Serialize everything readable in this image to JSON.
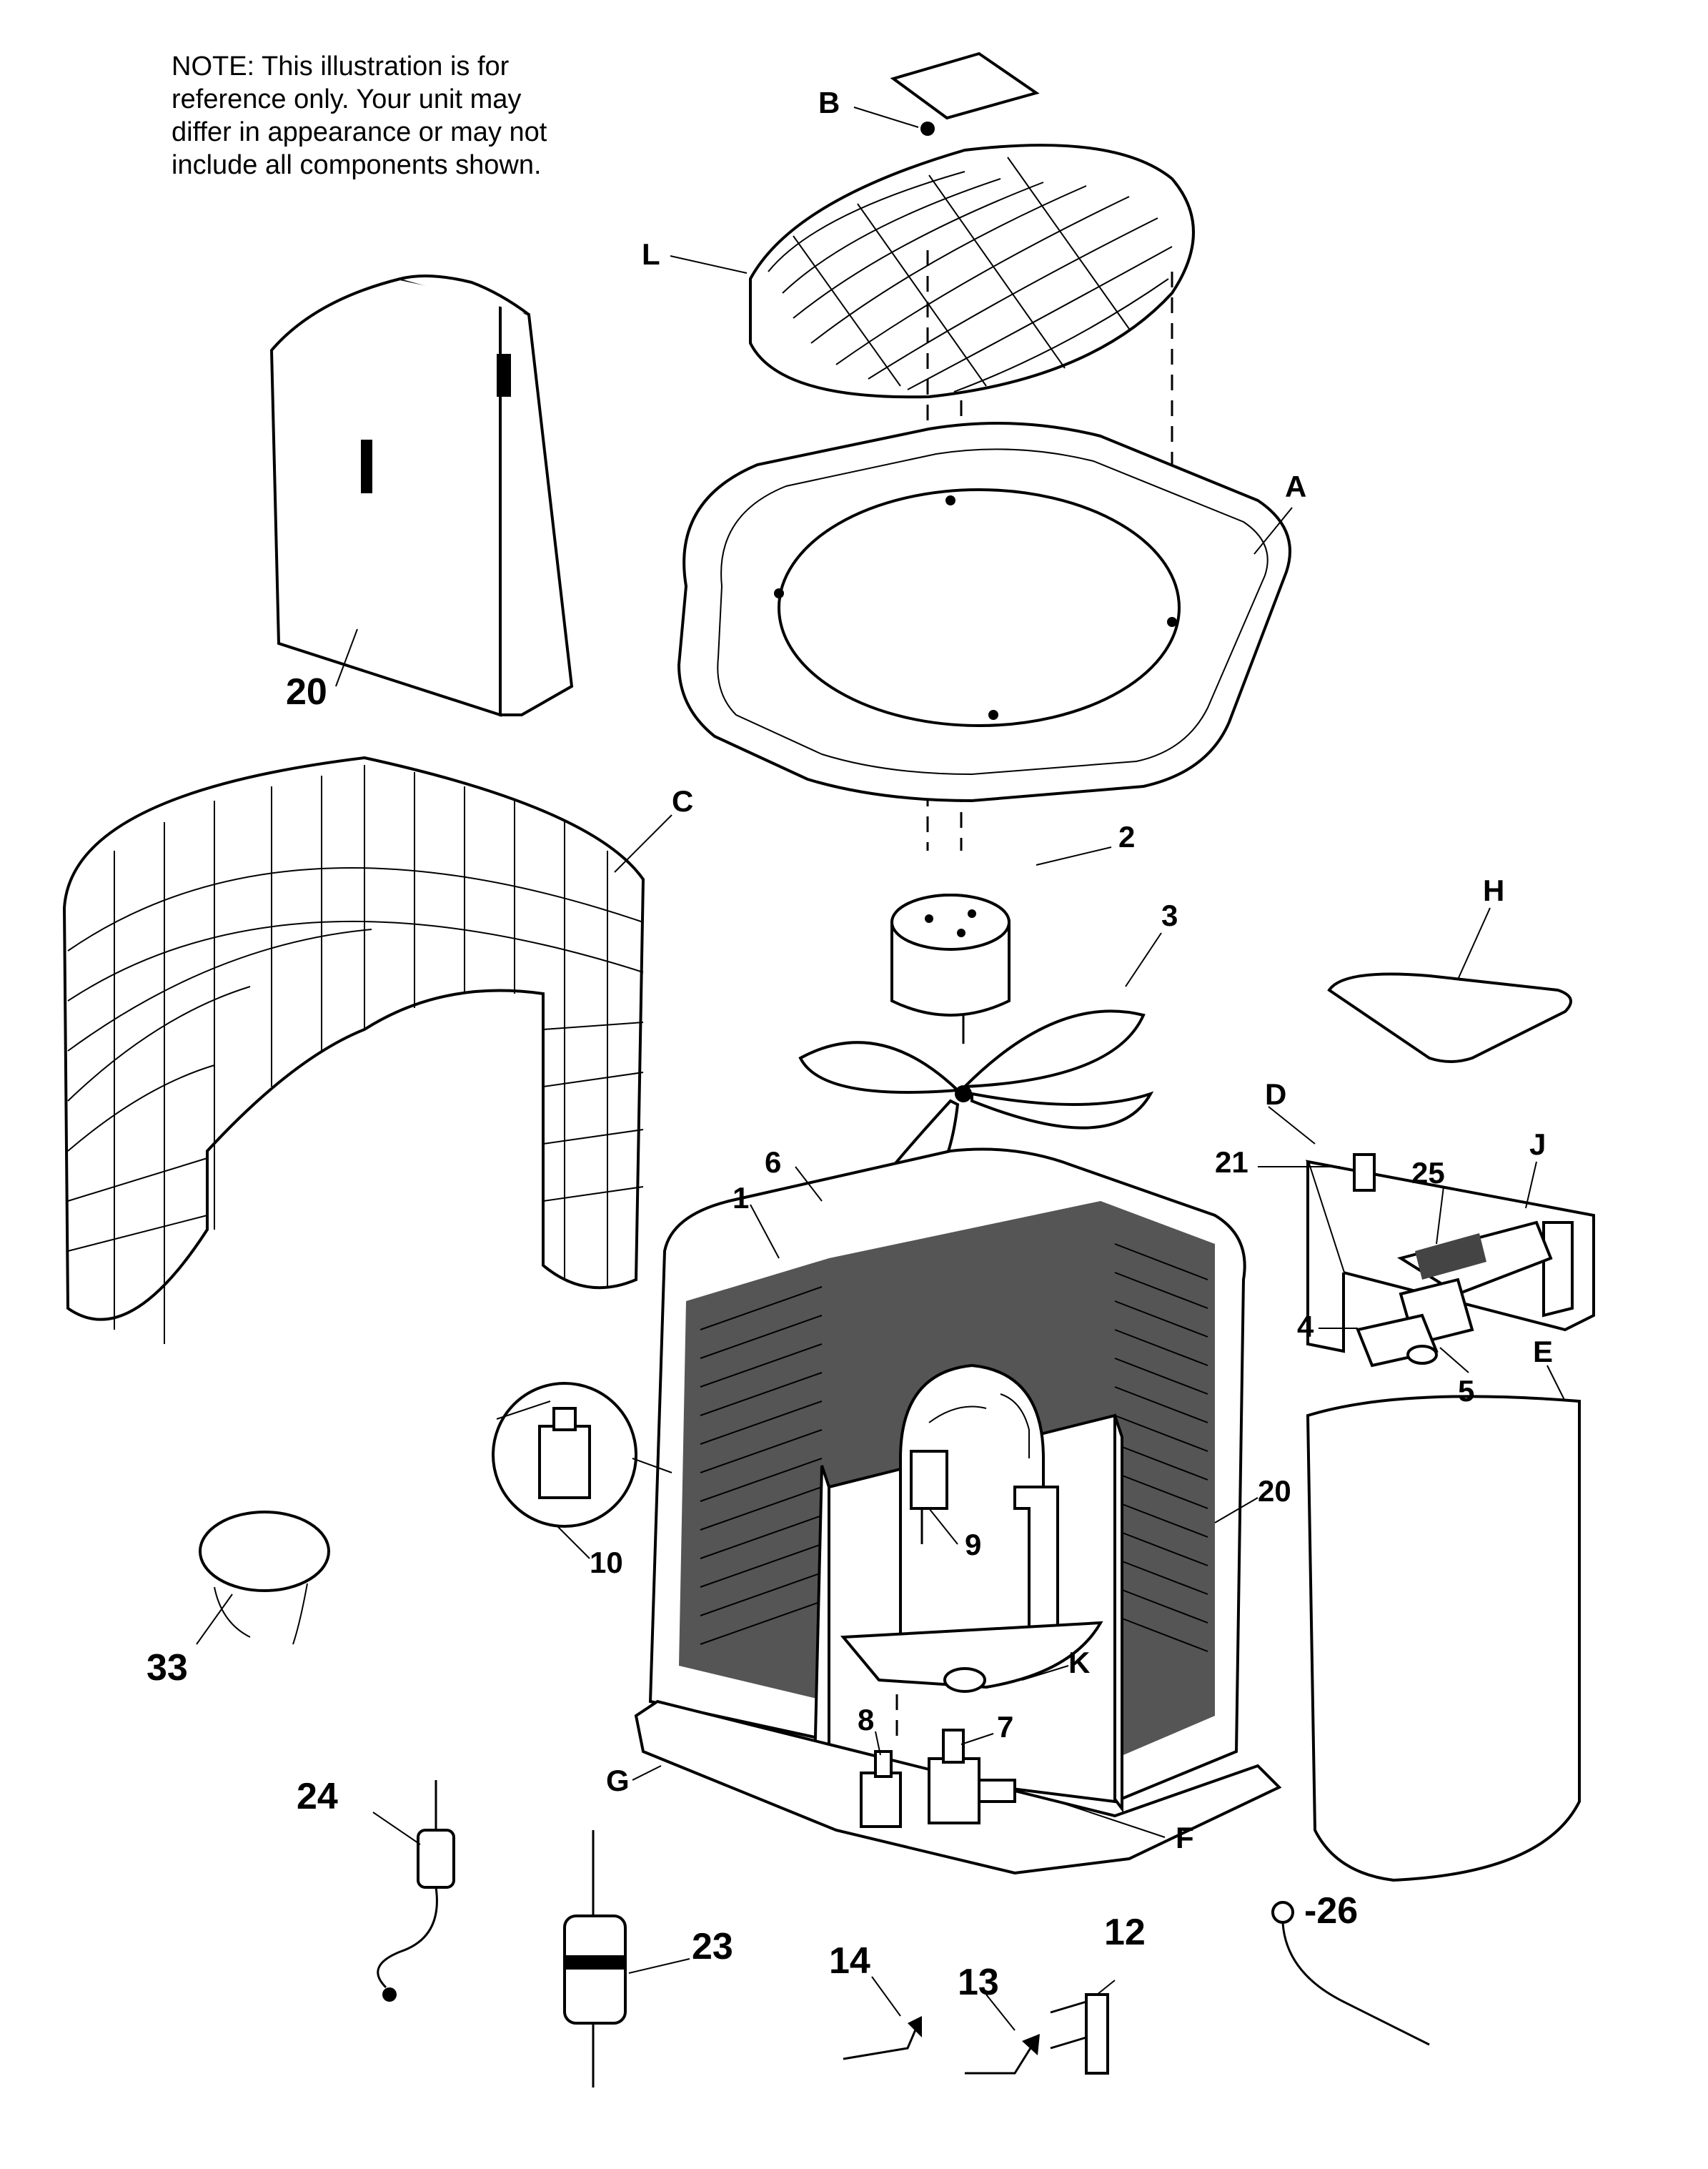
{
  "note": {
    "lines": [
      "NOTE:      This illustration is for",
      "reference only.    Your unit may",
      "differ in appearance or may not",
      "include all components shown."
    ]
  },
  "callouts": {
    "A": "A",
    "B": "B",
    "C": "C",
    "D": "D",
    "E": "E",
    "F": "F",
    "G": "G",
    "H": "H",
    "J": "J",
    "K": "K",
    "L": "L",
    "n1": "1",
    "n2": "2",
    "n3": "3",
    "n4": "4",
    "n5": "5",
    "n6": "6",
    "n7": "7",
    "n8": "8",
    "n9": "9",
    "n10": "10",
    "n12": "12",
    "n13": "13",
    "n14": "14",
    "n20a": "20",
    "n20b": "20",
    "n21": "21",
    "n23": "23",
    "n24": "24",
    "n25": "25",
    "n26": "-26",
    "n33": "33"
  }
}
